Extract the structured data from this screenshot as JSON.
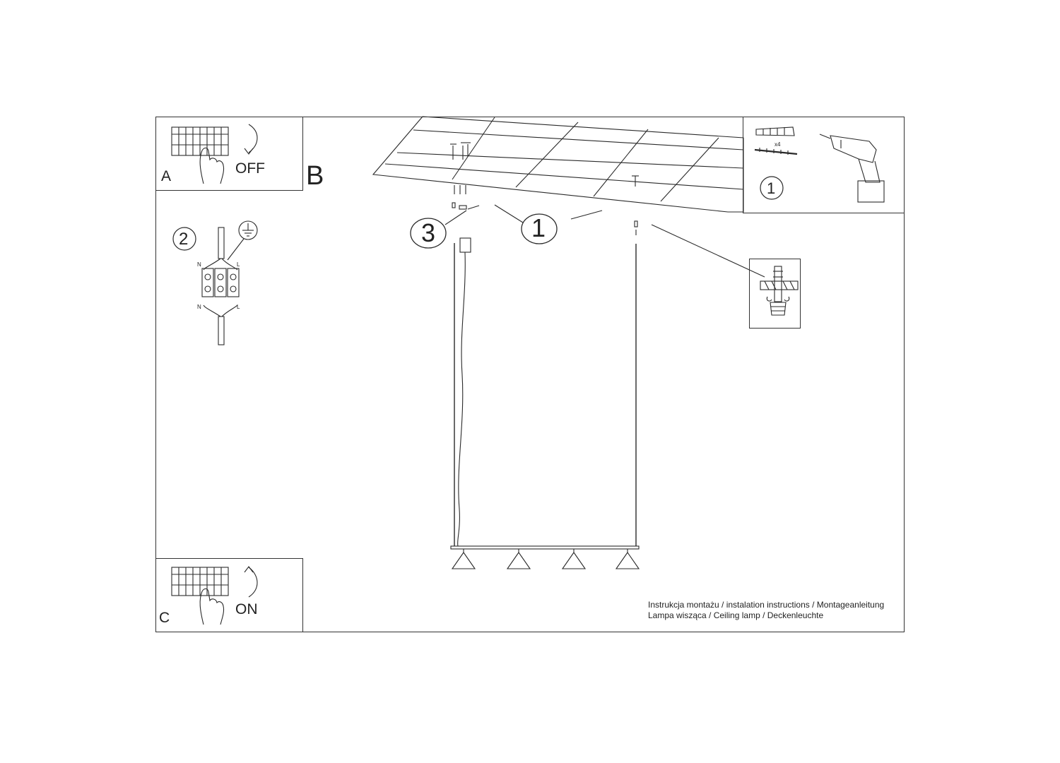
{
  "steps": {
    "a": {
      "letter": "A",
      "action": "OFF"
    },
    "b": {
      "letter": "B"
    },
    "c": {
      "letter": "C",
      "action": "ON"
    }
  },
  "callouts": {
    "step1": "1",
    "step2": "2",
    "step3": "3",
    "tools_step": "1"
  },
  "tools": {
    "quantity": "x4"
  },
  "wiring": {
    "top_left": "N",
    "top_right": "L",
    "bottom_left": "N",
    "bottom_right": "L"
  },
  "footer": {
    "line1": "Instrukcja montażu / instalation instructions / Montageanleitung",
    "line2": "Lampa wisząca / Ceiling lamp / Deckenleuchte"
  }
}
